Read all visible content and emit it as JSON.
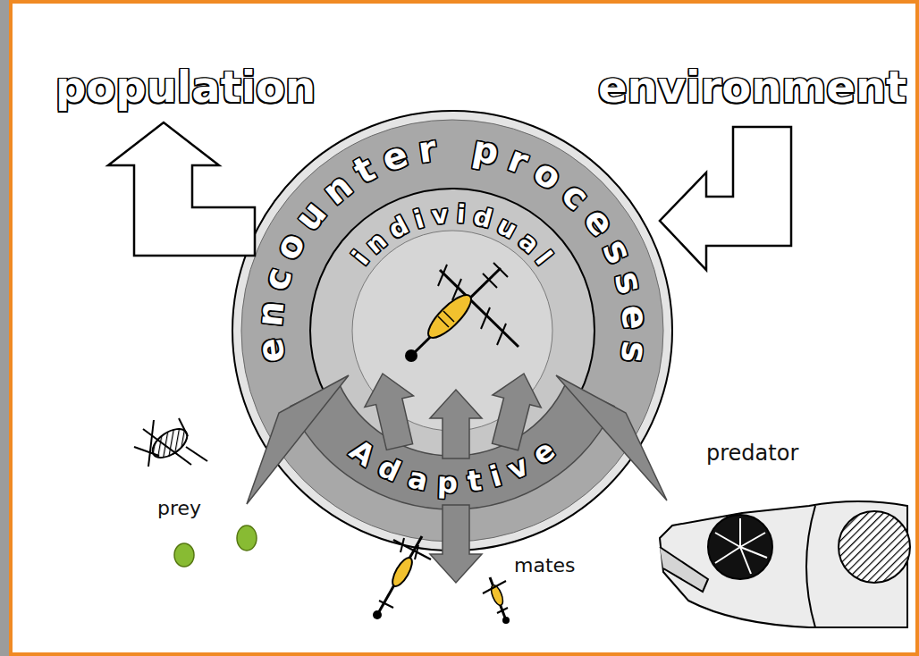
{
  "diagram": {
    "nodes": [
      {
        "text": [
          "encounter processes"
        ]
      },
      {
        "text": [
          "individual"
        ],
        "in": 0
      },
      {
        "text": [
          "Adaptive"
        ],
        "in": 0
      }
    ],
    "labels": [
      "population",
      "environment",
      "prey",
      "mates",
      "predator"
    ]
  }
}
